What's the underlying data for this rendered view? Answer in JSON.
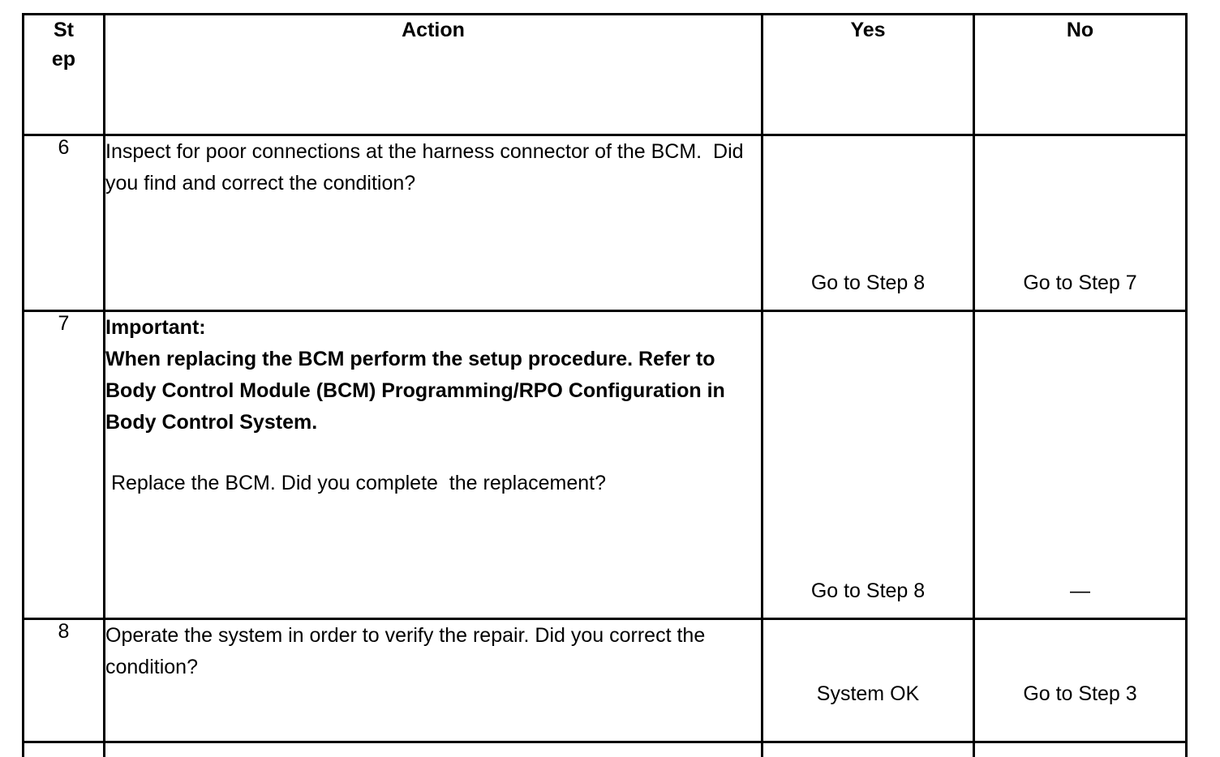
{
  "document": {
    "type": "diagnostic-decision-table",
    "columns": [
      {
        "key": "step",
        "label_line1": "St",
        "label_line2": "ep",
        "label": "Step"
      },
      {
        "key": "action",
        "label": "Action"
      },
      {
        "key": "yes",
        "label": "Yes"
      },
      {
        "key": "no",
        "label": "No"
      }
    ],
    "rows": [
      {
        "step": "6",
        "action_blocks": [
          {
            "style": "normal",
            "text": "Inspect for poor connections at the harness connector of the BCM.  Did  you find and correct the condition?"
          }
        ],
        "yes": "Go to Step 8",
        "no": "Go to Step 7"
      },
      {
        "step": "7",
        "action_blocks": [
          {
            "style": "bold",
            "text": "Important:"
          },
          {
            "style": "bold",
            "text": "When replacing the BCM perform the setup procedure. Refer to Body Control Module (BCM) Programming/RPO Configuration in Body Control System."
          },
          {
            "style": "spacer",
            "text": ""
          },
          {
            "style": "normal",
            "text": " Replace the BCM. Did you complete  the replacement?"
          }
        ],
        "yes": "Go to Step 8",
        "no": "—"
      },
      {
        "step": "8",
        "action_blocks": [
          {
            "style": "normal",
            "text": "Operate the system in order to verify the repair. Did you correct the condition?"
          }
        ],
        "yes": "System OK",
        "no": "Go to Step 3"
      }
    ]
  },
  "colors": {
    "background": "#ffffff",
    "text": "#000000",
    "border": "#000000"
  }
}
